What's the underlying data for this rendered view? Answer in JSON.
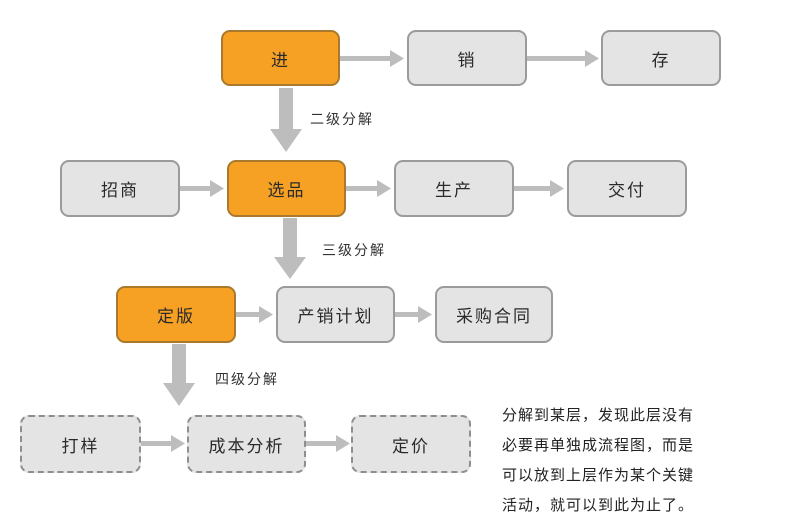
{
  "level1": {
    "jin": "进",
    "xiao": "销",
    "cun": "存"
  },
  "level2_label": "二级分解",
  "level2": {
    "zhaoshang": "招商",
    "xuanpin": "选品",
    "shengchan": "生产",
    "jiaofu": "交付"
  },
  "level3_label": "三级分解",
  "level3": {
    "dingban": "定版",
    "chanxiao": "产销计划",
    "caigou": "采购合同"
  },
  "level4_label": "四级分解",
  "level4": {
    "dayang": "打样",
    "chengben": "成本分析",
    "dingjia": "定价"
  },
  "note": {
    "lines": [
      "分解到某层，发现此层没有",
      "必要再单独成流程图，而是",
      "可以放到上层作为某个关键",
      "活动，就可以到此为止了。"
    ]
  },
  "colors": {
    "highlight_fill": "#f7a124",
    "box_fill": "#e4e4e4",
    "arrow": "#bdbdbd"
  }
}
